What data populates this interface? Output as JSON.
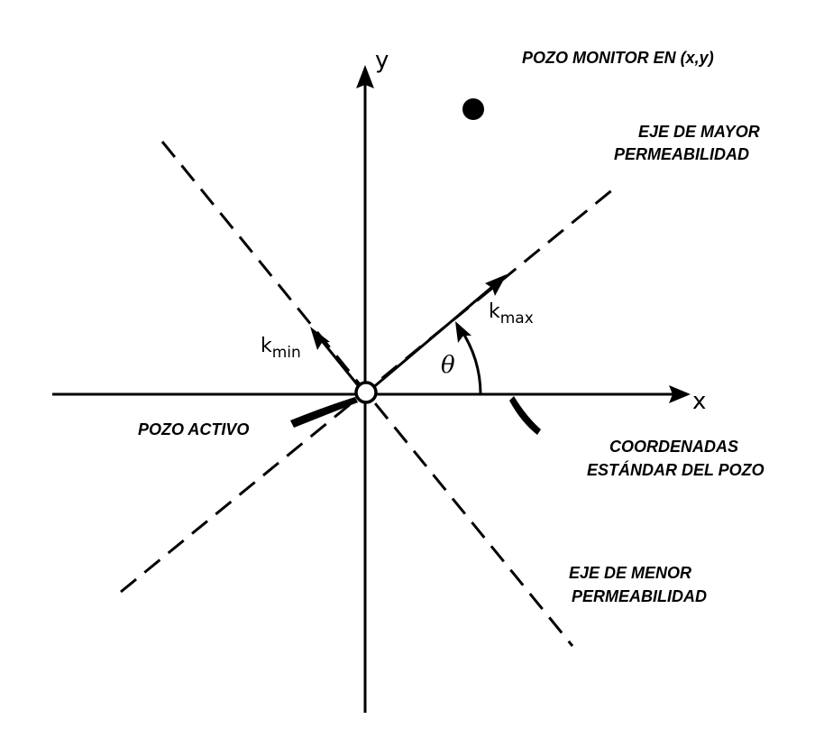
{
  "axes": {
    "x_label": "x",
    "y_label": "y"
  },
  "labels": {
    "monitor_well": "POZO MONITOR EN (x,y)",
    "major_axis_line1": "EJE DE MAYOR",
    "major_axis_line2": "PERMEABILIDAD",
    "minor_axis_line1": "EJE DE MENOR",
    "minor_axis_line2": "PERMEABILIDAD",
    "active_well": "POZO ACTIVO",
    "coords_line1": "COORDENADAS",
    "coords_line2": "ESTÁNDAR DEL POZO"
  },
  "k_max": {
    "base": "k",
    "sub": "max"
  },
  "k_min": {
    "base": "k",
    "sub": "min"
  },
  "angle_symbol": "θ",
  "colors": {
    "ink": "#000000",
    "background": "#ffffff"
  }
}
